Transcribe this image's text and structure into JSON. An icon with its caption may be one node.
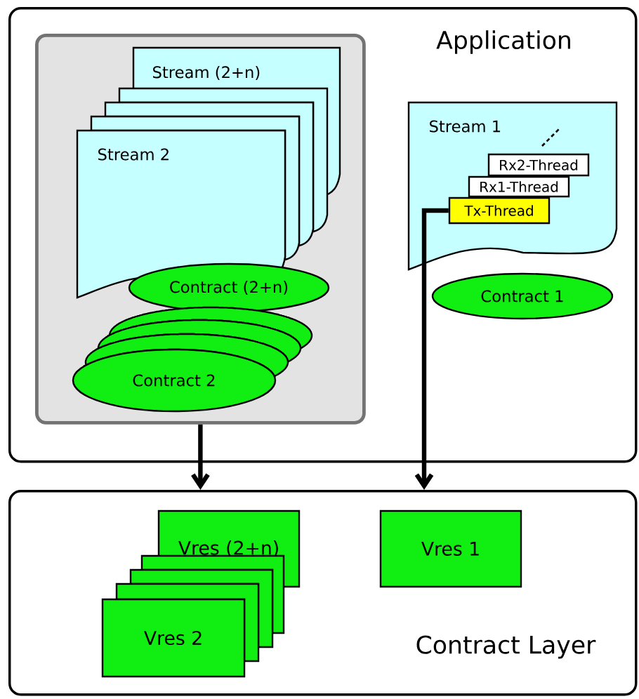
{
  "diagram": {
    "nodes": [
      {
        "text": [
          "Application"
        ]
      },
      {
        "text": [],
        "shape": "box",
        "in": 0
      },
      {
        "text": [
          "Stream (2+n)"
        ],
        "in": 1
      },
      {
        "text": [
          "Stream 2"
        ],
        "in": 1
      },
      {
        "text": [
          "Contract (2+n)"
        ],
        "in": 1
      },
      {
        "text": [
          "Contract 2"
        ],
        "in": 1
      },
      {
        "text": [
          "Stream 1"
        ],
        "in": 0
      },
      {
        "text": [
          "Rx2-Thread"
        ],
        "in": 6
      },
      {
        "text": [
          "Rx1-Thread"
        ],
        "in": 6
      },
      {
        "text": [
          "Tx-Thread"
        ],
        "in": 6
      },
      {
        "text": [
          "Contract 1"
        ],
        "in": 0
      },
      {
        "text": [
          "Contract Layer"
        ]
      },
      {
        "text": [
          "Vres (2+n)"
        ],
        "in": 11
      },
      {
        "text": [
          "Vres 2"
        ],
        "in": 11
      },
      {
        "text": [
          "Vres 1"
        ],
        "in": 11
      }
    ],
    "edges": [
      {
        "from": 1,
        "to": 11,
        "arrow": "to"
      },
      {
        "from": 9,
        "to": 11,
        "arrow": "to"
      }
    ]
  }
}
